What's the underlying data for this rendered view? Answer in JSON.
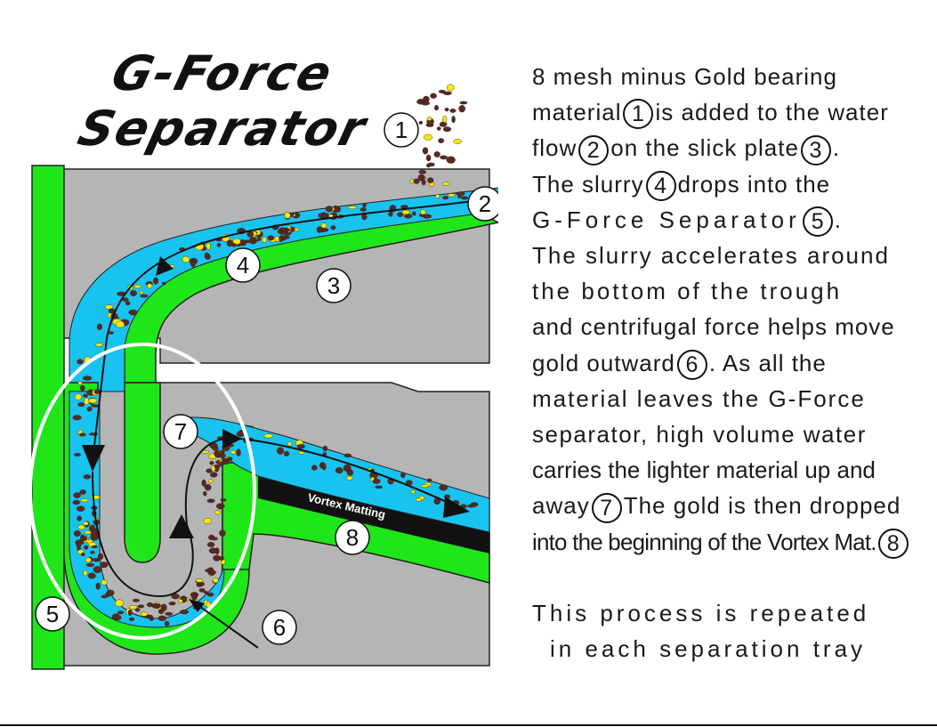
{
  "title": {
    "line1": "G-Force",
    "line2": "Separator"
  },
  "diagram": {
    "callouts": [
      "1",
      "2",
      "3",
      "4",
      "5",
      "6",
      "7",
      "8"
    ],
    "mat_label": "Vortex Matting"
  },
  "description": {
    "l1": "8  mesh  minus  Gold  bearing",
    "l2a": "material",
    "n1": "1",
    "l2b": "is  added  to  the  water",
    "l3a": "flow",
    "n2": "2",
    "l3b": "on  the  slick  plate",
    "n3": "3",
    "l3c": ".",
    "l4a": "The  slurry",
    "n4": "4",
    "l4b": "drops  into  the",
    "l5a": "G-Force  Separator",
    "n5": "5",
    "l5b": ".",
    "l6": "The slurry accelerates around",
    "l7": "the  bottom  of  the  trough",
    "l8": "and centrifugal force helps move",
    "l9a": "gold  outward",
    "n6": "6",
    "l9b": ".     As  all  the",
    "l10": "material  leaves  the  G-Force",
    "l11": "separator,  high  volume  water",
    "l12": "carries  the  lighter  material  up  and",
    "l13a": "away",
    "n7": "7",
    "l13b": "The  gold  is  then  dropped",
    "l14a": "into the beginning of the Vortex Mat.",
    "n8": "8",
    "l15": "This  process  is  repeated",
    "l16": "in  each  separation  tray"
  },
  "colors": {
    "water": "#19c3f0",
    "plate": "#1fe619",
    "housing": "#b5b5b5",
    "gold": "#f5e90a",
    "rock": "#5a2820",
    "mat": "#111111"
  }
}
